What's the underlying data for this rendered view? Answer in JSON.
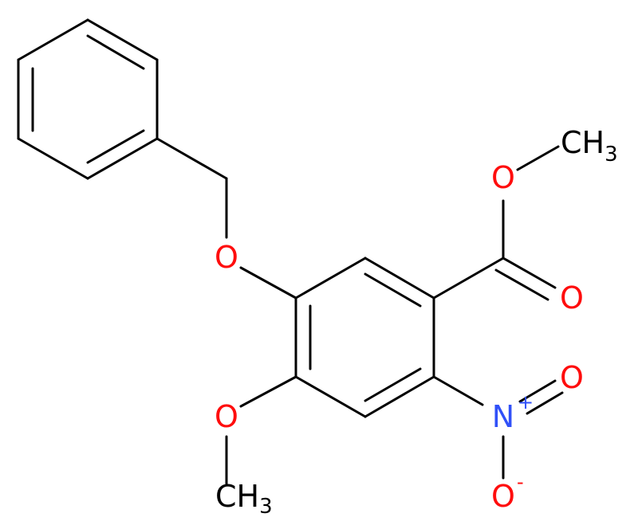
{
  "colors": {
    "bond": "#000000",
    "carbon_label": "#000000",
    "oxygen": "#ff0d0d",
    "nitrogen": "#3050f8"
  },
  "atoms": {
    "ester_methyl": {
      "main": "CH",
      "sub": "3"
    },
    "ester_ether_o": "O",
    "carbonyl_o": "O",
    "nitro_n": {
      "main": "N",
      "charge": "+"
    },
    "nitro_o_double": "O",
    "nitro_o_minus": {
      "main": "O",
      "charge": "-"
    },
    "methoxy_o": "O",
    "methoxy_methyl": {
      "main": "CH",
      "sub": "3"
    },
    "benzyloxy_o": "O"
  }
}
